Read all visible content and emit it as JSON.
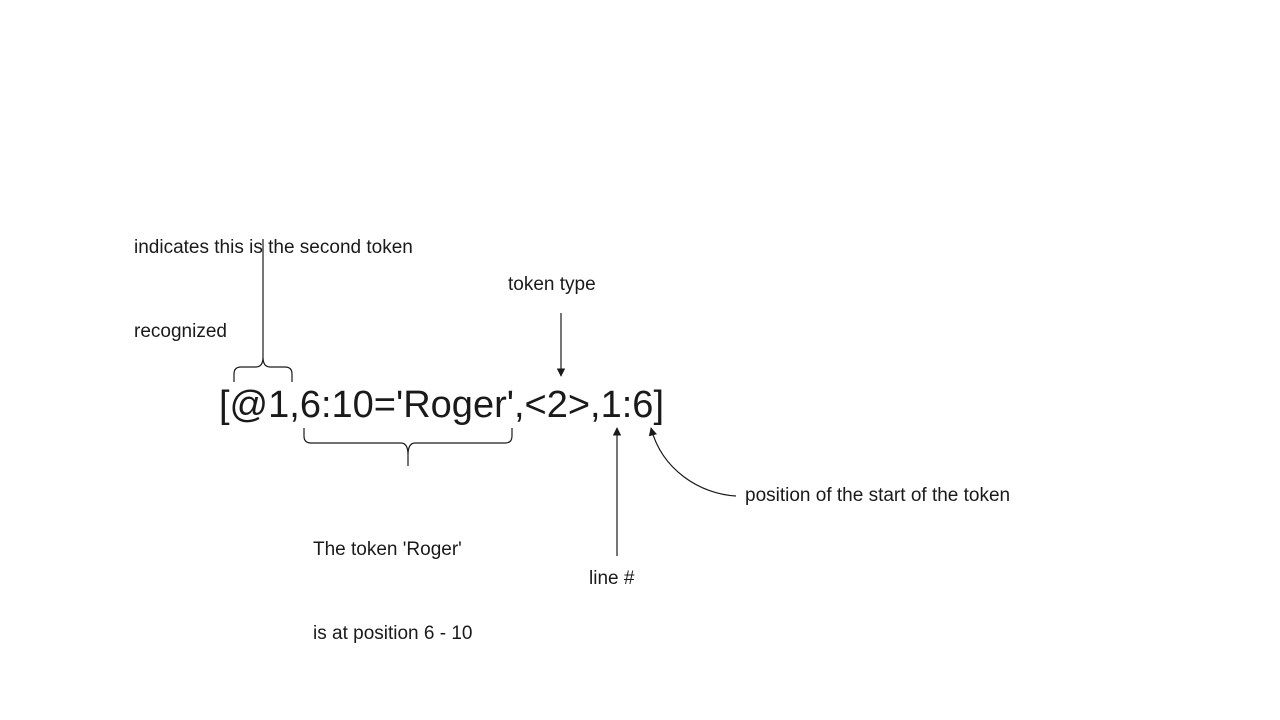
{
  "token_string": "[@1,6:10='Roger',<2>,1:6]",
  "annotations": {
    "token_index": {
      "line1": "indicates this is the second token",
      "line2": "recognized"
    },
    "token_type": "token type",
    "token_span": {
      "line1": "The token 'Roger'",
      "line2": "is at position 6 - 10"
    },
    "line_number": "line #",
    "start_position": "position of the start of the token"
  }
}
